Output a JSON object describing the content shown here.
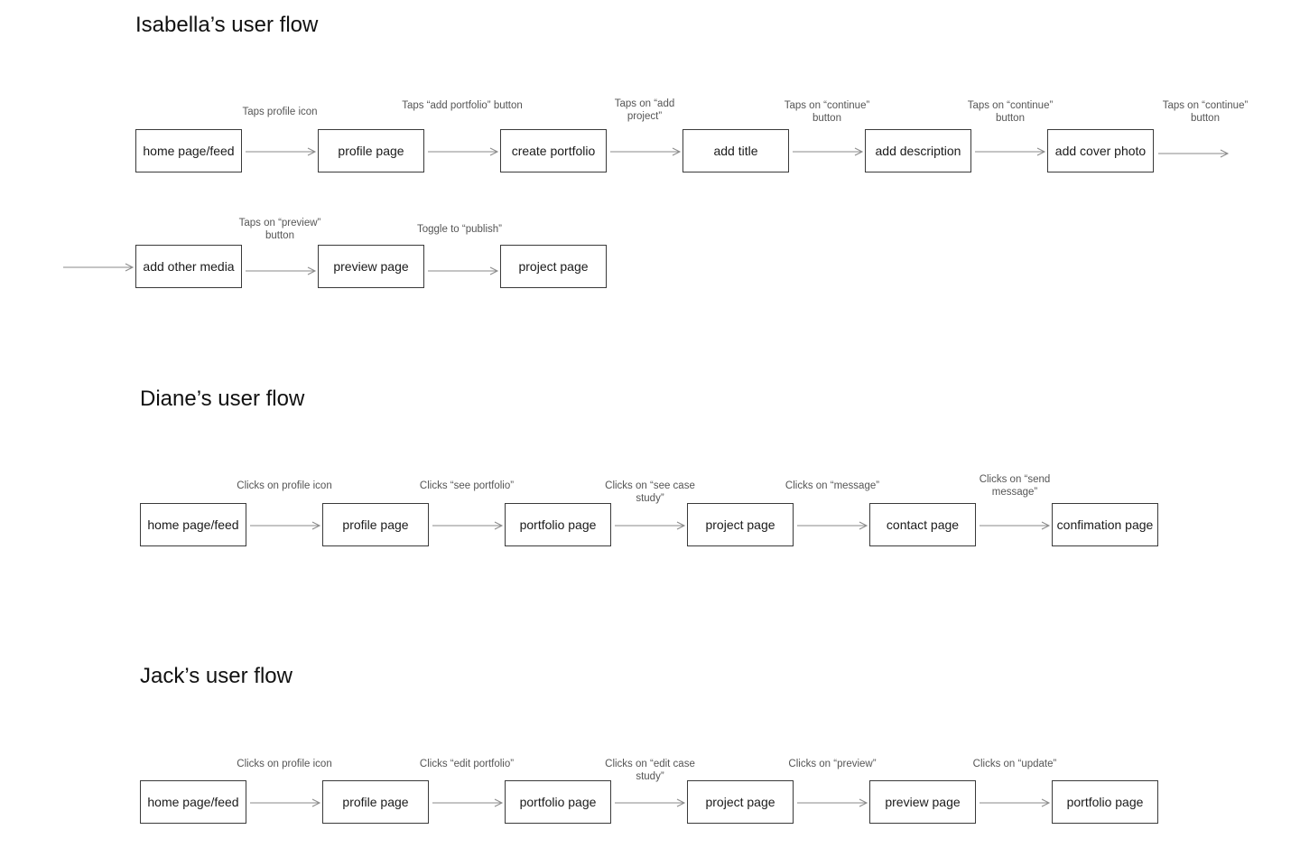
{
  "flows": [
    {
      "title": "Isabella’s user flow",
      "rows": [
        {
          "nodes": [
            "home page/feed",
            "profile page",
            "create portfolio",
            "add title",
            "add description",
            "add cover photo"
          ],
          "transitions": [
            "Taps profile icon",
            "Taps “add portfolio” button",
            "Taps on “add project”",
            "Taps on “continue” button",
            "Taps on “continue” button",
            "Taps on “continue” button"
          ]
        },
        {
          "nodes": [
            "add other media",
            "preview page",
            "project page"
          ],
          "transitions": [
            "Taps on “preview” button",
            "Toggle to “publish”"
          ]
        }
      ]
    },
    {
      "title": "Diane’s user flow",
      "rows": [
        {
          "nodes": [
            "home page/feed",
            "profile page",
            "portfolio page",
            "project page",
            "contact page",
            "confimation page"
          ],
          "transitions": [
            "Clicks on profile icon",
            "Clicks “see portfolio”",
            "Clicks on “see case study”",
            "Clicks on “message”",
            "Clicks on “send message”"
          ]
        }
      ]
    },
    {
      "title": "Jack’s user flow",
      "rows": [
        {
          "nodes": [
            "home page/feed",
            "profile page",
            "portfolio page",
            "project page",
            "preview page",
            "portfolio page"
          ],
          "transitions": [
            "Clicks on profile icon",
            "Clicks “edit portfolio”",
            "Clicks on “edit case study”",
            "Clicks on “preview”",
            "Clicks on “update”"
          ]
        }
      ]
    }
  ]
}
